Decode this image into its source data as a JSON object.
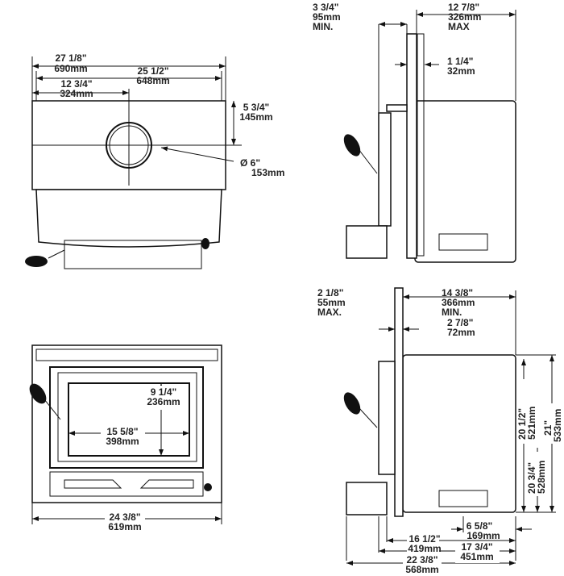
{
  "top_view": {
    "overall_width": {
      "in": "27 1/8\"",
      "mm": "690mm"
    },
    "inner_width": {
      "in": "25 1/2\"",
      "mm": "648mm"
    },
    "flue_offset_x": {
      "in": "12 3/4\"",
      "mm": "324mm"
    },
    "flue_offset_y": {
      "in": "5 3/4\"",
      "mm": "145mm"
    },
    "flue_diameter": {
      "in": "Ø  6\"",
      "mm": "153mm"
    }
  },
  "side_view_top": {
    "min_clearance": {
      "in": "3 3/4\"",
      "mm": "95mm",
      "note": "MIN."
    },
    "max_depth": {
      "in": "12 7/8\"",
      "mm": "326mm",
      "note": "MAX"
    },
    "flange": {
      "in": "1 1/4\"",
      "mm": "32mm"
    }
  },
  "front_view": {
    "glass_height": {
      "in": "9 1/4\"",
      "mm": "236mm"
    },
    "glass_width": {
      "in": "15 5/8\"",
      "mm": "398mm"
    },
    "overall_width": {
      "in": "24 3/8\"",
      "mm": "619mm"
    }
  },
  "side_view_bottom": {
    "max_clearance": {
      "in": "2 1/8\"",
      "mm": "55mm",
      "note": "MAX."
    },
    "min_depth": {
      "in": "14 3/8\"",
      "mm": "366mm",
      "note": "MIN."
    },
    "flange": {
      "in": "2 7/8\"",
      "mm": "72mm"
    },
    "height_a": {
      "in": "20 1/2\"",
      "mm": "521mm"
    },
    "height_total": {
      "in": "21\"",
      "mm": "533mm"
    },
    "height_b": {
      "in": "20 3/4\"",
      "mm": "528mm"
    },
    "rear_offset": {
      "in": "6 5/8\"",
      "mm": "169mm"
    },
    "depth_a": {
      "in": "16 1/2\"",
      "mm": "419mm"
    },
    "depth_b": {
      "in": "17 3/4\"",
      "mm": "451mm"
    },
    "depth_total": {
      "in": "22 3/8\"",
      "mm": "568mm"
    }
  }
}
